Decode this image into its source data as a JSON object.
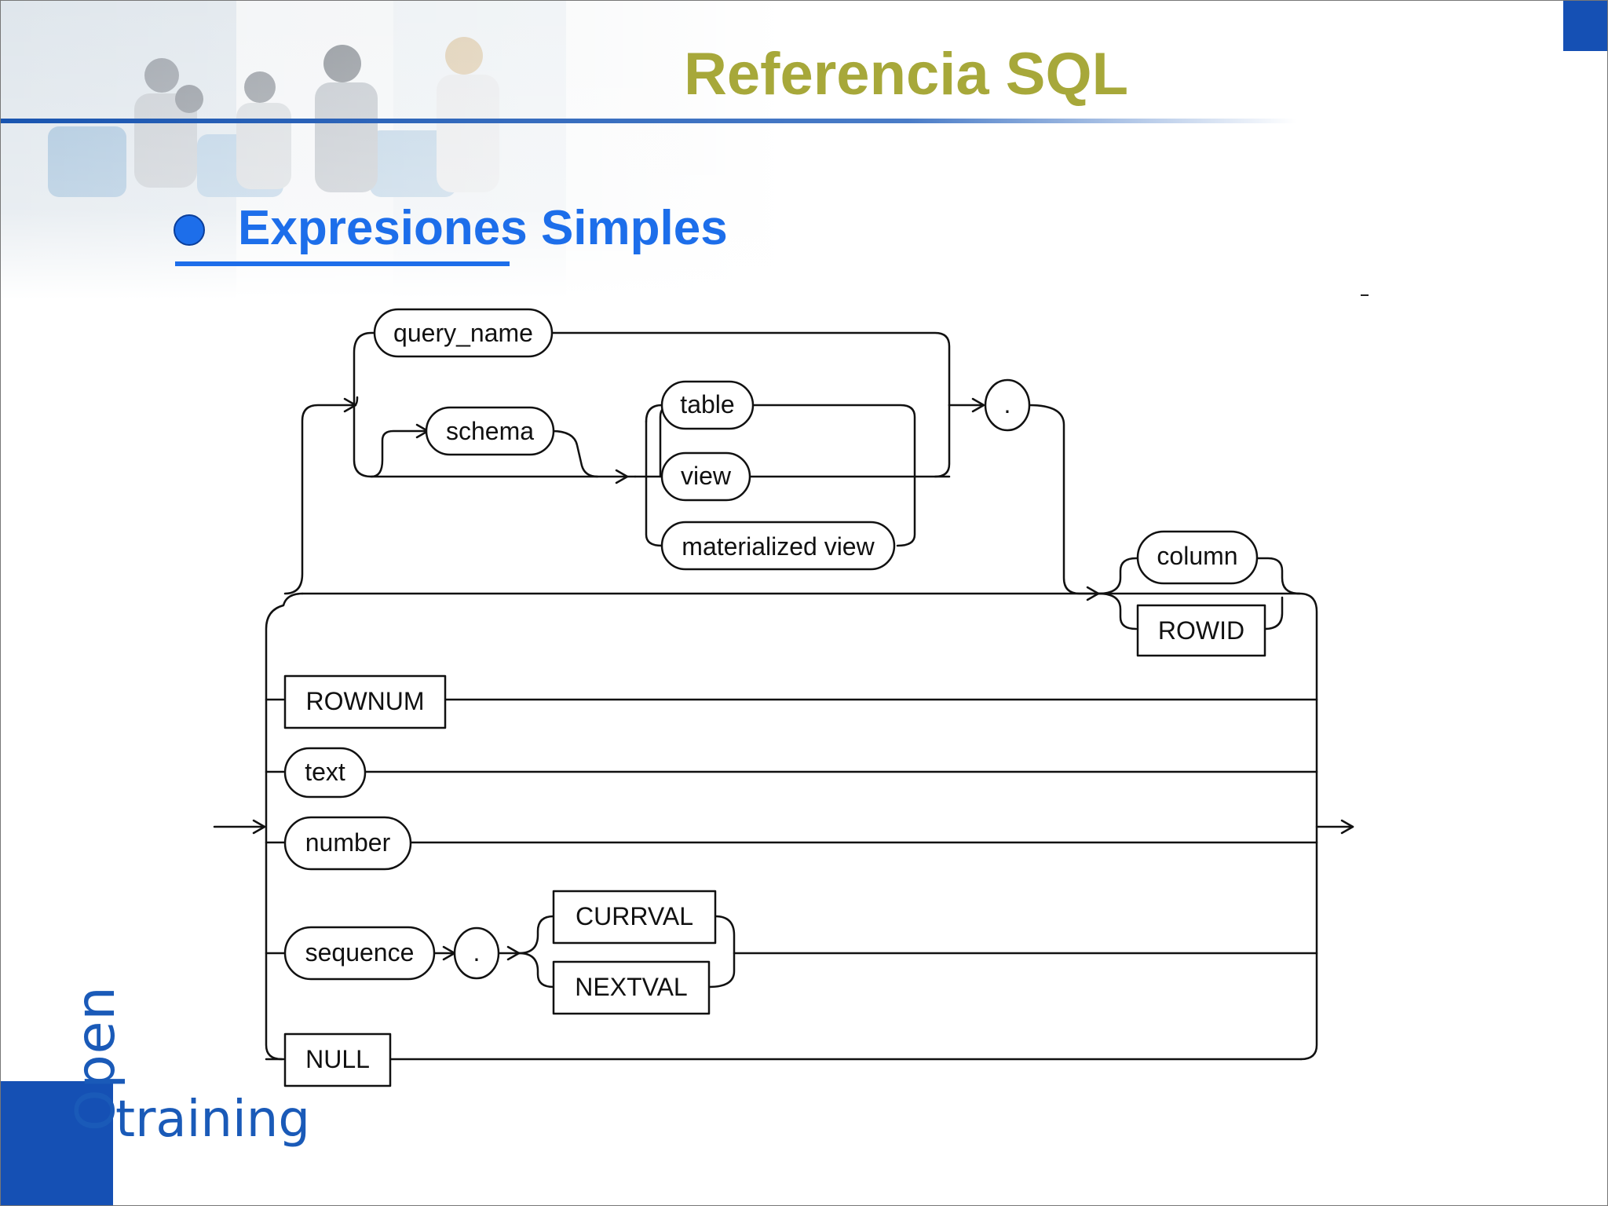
{
  "slide": {
    "title": "Referencia SQL",
    "subtitle": "Expresiones Simples"
  },
  "diagram": {
    "nodes": {
      "query_name": "query_name",
      "schema": "schema",
      "table": "table",
      "view": "view",
      "materialized_view": "materialized view",
      "dot_top": ".",
      "column": "column",
      "rowid": "ROWID",
      "rownum": "ROWNUM",
      "text": "text",
      "number": "number",
      "sequence": "sequence",
      "dot_seq": ".",
      "currval": "CURRVAL",
      "nextval": "NEXTVAL",
      "null": "NULL"
    }
  },
  "logo": {
    "open": "Open",
    "training": "training"
  },
  "colors": {
    "title": "#a7a83a",
    "accent_blue": "#1d6eea",
    "brand_blue": "#1550b4"
  }
}
